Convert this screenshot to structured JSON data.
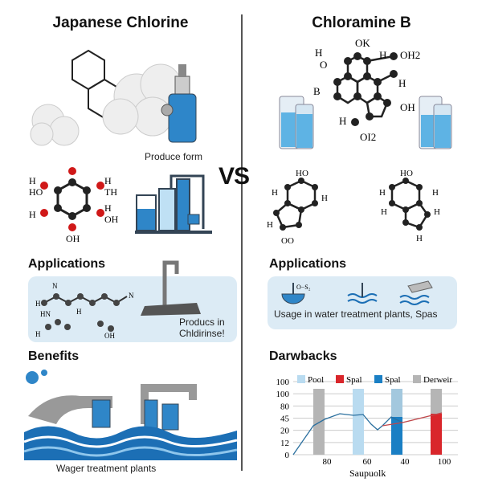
{
  "left": {
    "title": "Japanese Chlorine",
    "produce_caption": "Produce form",
    "applications_heading": "Applications",
    "applications_caption_1": "Producs in",
    "applications_caption_2": "Chldirinse!",
    "benefits_heading": "Benefits",
    "benefits_caption": "Wager treatment plants"
  },
  "vs_label": "VS",
  "right": {
    "title": "Chloramine B",
    "applications_heading": "Applications",
    "applications_caption": "Usage in water treatment plants, Spas",
    "drawbacks_heading": "Darwbacks"
  },
  "colors": {
    "accent_blue": "#1a7fc4",
    "light_blue": "#b9dbf0",
    "red": "#d9262b",
    "gray": "#b5b5b5",
    "panel": "#dcebf5"
  },
  "chart_data": {
    "type": "bar",
    "title": "Darwbacks",
    "xlabel": "Saupuolk",
    "y_ticks": [
      "100",
      "100",
      "80",
      "45",
      "20",
      "12",
      "0"
    ],
    "x_ticks": [
      "80",
      "60",
      "40",
      "100"
    ],
    "legend": [
      {
        "label": "Pool",
        "color": "#b9dbf0"
      },
      {
        "label": "Spal",
        "color": "#d9262b"
      },
      {
        "label": "Spal",
        "color": "#1a7fc4"
      },
      {
        "label": "Derweir",
        "color": "#b5b5b5"
      }
    ],
    "legend_position": "top",
    "grid": true
  }
}
